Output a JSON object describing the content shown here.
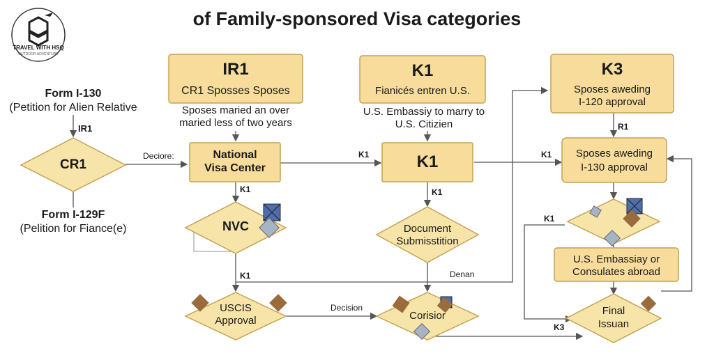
{
  "title": "of Family-sponsored Visa categories",
  "logo": {
    "text": "TRAVEL WITH HSQ",
    "tagline": "OUTDOOR ADVENTURE"
  },
  "colors": {
    "box_fill": "#f7dc9c",
    "box_stroke": "#c4a255",
    "line": "#555555",
    "diamond_fill": "#f7e4a8"
  },
  "left": {
    "form1_title": "Form I-130",
    "form1_sub": "(Petition for Alien Relative",
    "ir1_label": "IR1",
    "cr1_label": "CR1",
    "decision_label": "Deciore:",
    "form2_title": "Form I-129F",
    "form2_sub": "(Pelition for Fiance(e)"
  },
  "col1": {
    "box_title": "IR1",
    "box_sub": "CR1 Sposses Sposes",
    "note_line1": "Sposes maried an over",
    "note_line2": "maried less of two years",
    "nvc_center_line1": "National",
    "nvc_center_line2": "Visa Center",
    "k1_a": "K1",
    "nvc_diamond": "NVC",
    "k1_b": "K1",
    "uscis_line1": "USCIS",
    "uscis_line2": "Approval",
    "decision_label": "Decision"
  },
  "col2": {
    "box_title": "K1",
    "box_sub": "Fianicés entren U.S.",
    "note_line1": "U.S. Embassiy to marry to",
    "note_line2": "U.S. Citizien",
    "k1_in": "K1",
    "k1_box": "K1",
    "k1_down": "K1",
    "doc_line1": "Document",
    "doc_line2": "Submisstition",
    "denan_label": "Denan",
    "corisior": "Corisior"
  },
  "col3": {
    "box_title": "K3",
    "box_line1": "Sposes aweding",
    "box_line2": "I-120 approval",
    "r1_label": "R1",
    "k1_in": "K1",
    "mid_line1": "Sposes aweding",
    "mid_line2": "I-130 approval",
    "k1_side": "K1",
    "embassy_line1": "U.S. Embassiay or",
    "embassy_line2": "Consulates abroad",
    "final_line1": "Final",
    "final_line2": "Issuan",
    "k3_label": "K3"
  }
}
